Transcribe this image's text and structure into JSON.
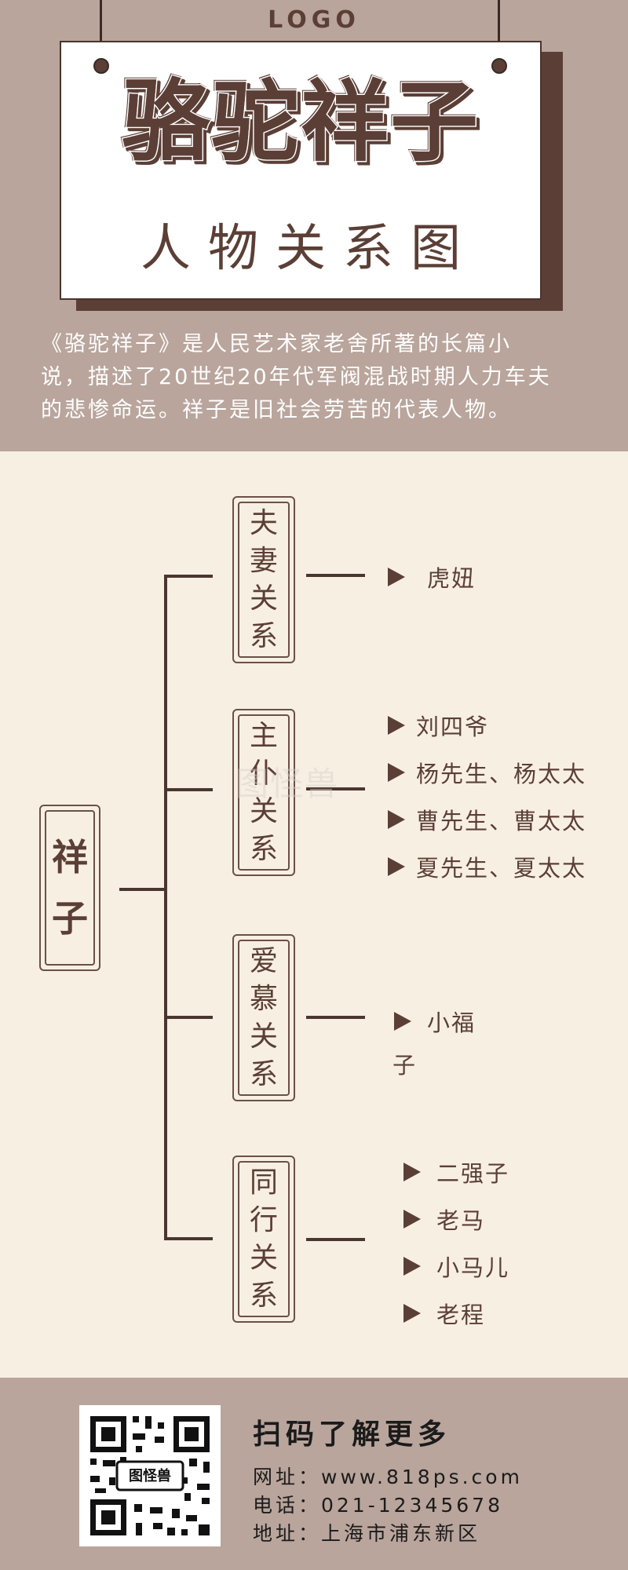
{
  "header": {
    "logo": "LOGO",
    "title": "骆驼祥子",
    "subtitle": "人物关系图",
    "intro_lines": [
      "《骆驼祥子》是人民艺术家老舍所著的长篇小",
      "说，描述了20世纪20年代军阀混战时期人力车夫",
      "的悲惨命运。祥子是旧社会劳苦的代表人物。"
    ]
  },
  "diagram": {
    "root": [
      "祥",
      "子"
    ],
    "relations": [
      {
        "label": [
          "夫",
          "妻",
          "关",
          "系"
        ],
        "people": [
          "虎妞"
        ]
      },
      {
        "label": [
          "主",
          "仆",
          "关",
          "系"
        ],
        "people": [
          "刘四爷",
          "杨先生、杨太太",
          "曹先生、曹太太",
          "夏先生、夏太太"
        ]
      },
      {
        "label": [
          "爱",
          "慕",
          "关",
          "系"
        ],
        "people": [
          "小福",
          "子"
        ]
      },
      {
        "label": [
          "同",
          "行",
          "关",
          "系"
        ],
        "people": [
          "二强子",
          "老马",
          "小马儿",
          "老程"
        ]
      }
    ],
    "watermark": "图怪兽"
  },
  "footer": {
    "scan_title": "扫码了解更多",
    "website": "网址：www.818ps.com",
    "phone": "电话：021-12345678",
    "address": "地址：上海市浦东新区",
    "qr_label": "图怪兽"
  },
  "colors": {
    "band": "#b9a59c",
    "background": "#f8efe3",
    "brown": "#5b3f36"
  }
}
